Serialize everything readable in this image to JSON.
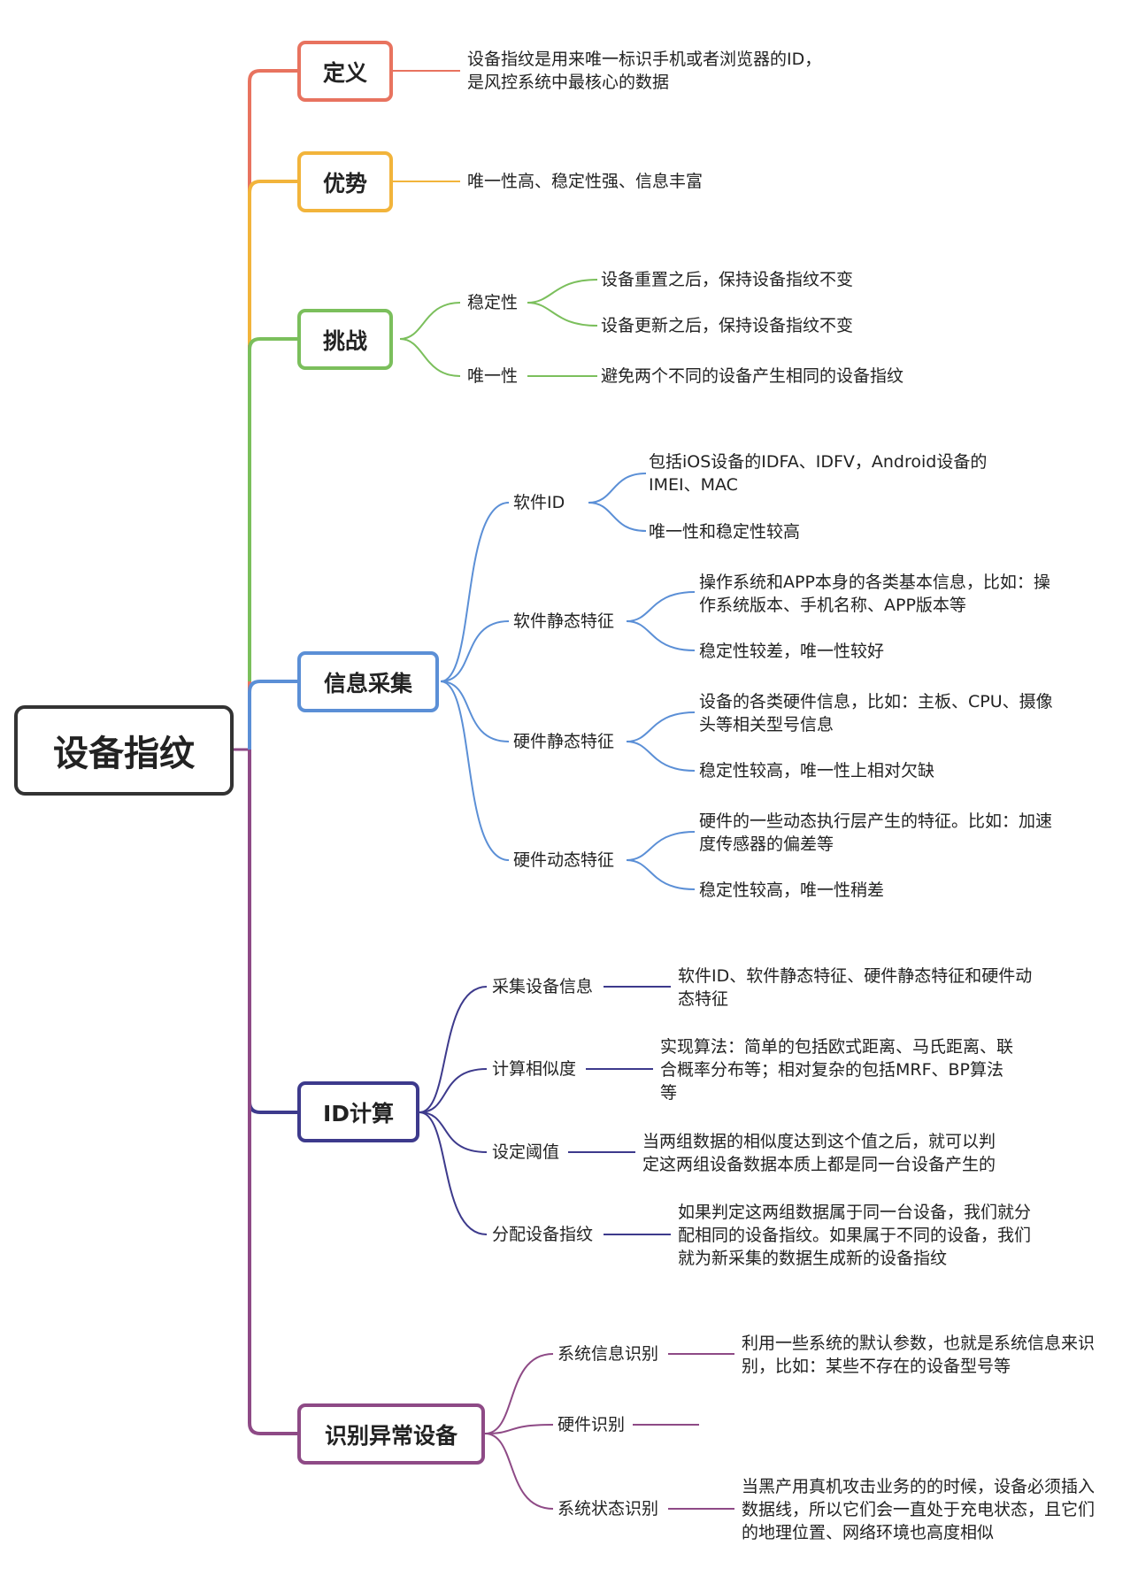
{
  "root": {
    "label": "设备指纹"
  },
  "colors": {
    "root": "#333333",
    "definition": "#e8735f",
    "advantage": "#f2b43b",
    "challenge": "#7bbf5c",
    "collection": "#5b8fd6",
    "calculation": "#3d3a8c",
    "anomaly": "#8e4a86"
  },
  "branches": {
    "definition": {
      "label": "定义",
      "text": [
        "设备指纹是用来唯一标识手机或者浏览器的ID，",
        "是风控系统中最核心的数据"
      ]
    },
    "advantage": {
      "label": "优势",
      "text": [
        "唯一性高、稳定性强、信息丰富"
      ]
    },
    "challenge": {
      "label": "挑战",
      "stability": {
        "label": "稳定性",
        "items": [
          "设备重置之后，保持设备指纹不变",
          "设备更新之后，保持设备指纹不变"
        ]
      },
      "uniqueness": {
        "label": "唯一性",
        "items": [
          "避免两个不同的设备产生相同的设备指纹"
        ]
      }
    },
    "collection": {
      "label": "信息采集",
      "software_id": {
        "label": "软件ID",
        "detail": [
          "包括iOS设备的IDFA、IDFV，Android设备的",
          "IMEI、MAC"
        ],
        "note": "唯一性和稳定性较高"
      },
      "software_static": {
        "label": "软件静态特征",
        "detail": [
          "操作系统和APP本身的各类基本信息，比如：操",
          "作系统版本、手机名称、APP版本等"
        ],
        "note": "稳定性较差，唯一性较好"
      },
      "hardware_static": {
        "label": "硬件静态特征",
        "detail": [
          "设备的各类硬件信息，比如：主板、CPU、摄像",
          "头等相关型号信息"
        ],
        "note": "稳定性较高，唯一性上相对欠缺"
      },
      "hardware_dynamic": {
        "label": "硬件动态特征",
        "detail": [
          "硬件的一些动态执行层产生的特征。比如：加速",
          "度传感器的偏差等"
        ],
        "note": "稳定性较高，唯一性稍差"
      }
    },
    "calculation": {
      "label": "ID计算",
      "collect": {
        "label": "采集设备信息",
        "detail": [
          "软件ID、软件静态特征、硬件静态特征和硬件动",
          "态特征"
        ]
      },
      "similarity": {
        "label": "计算相似度",
        "detail": [
          "实现算法：简单的包括欧式距离、马氏距离、联",
          "合概率分布等；相对复杂的包括MRF、BP算法",
          "等"
        ]
      },
      "threshold": {
        "label": "设定阈值",
        "detail": [
          "当两组数据的相似度达到这个值之后，就可以判",
          "定这两组设备数据本质上都是同一台设备产生的"
        ]
      },
      "assign": {
        "label": "分配设备指纹",
        "detail": [
          "如果判定这两组数据属于同一台设备，我们就分",
          "配相同的设备指纹。如果属于不同的设备，我们",
          "就为新采集的数据生成新的设备指纹"
        ]
      }
    },
    "anomaly": {
      "label": "识别异常设备",
      "system_info": {
        "label": "系统信息识别",
        "detail": [
          "利用一些系统的默认参数，也就是系统信息来识",
          "别，比如：某些不存在的设备型号等"
        ]
      },
      "hardware": {
        "label": "硬件识别"
      },
      "system_state": {
        "label": "系统状态识别",
        "detail": [
          "当黑产用真机攻击业务的的时候，设备必须插入",
          "数据线，所以它们会一直处于充电状态，且它们",
          "的地理位置、网络环境也高度相似"
        ]
      }
    }
  }
}
